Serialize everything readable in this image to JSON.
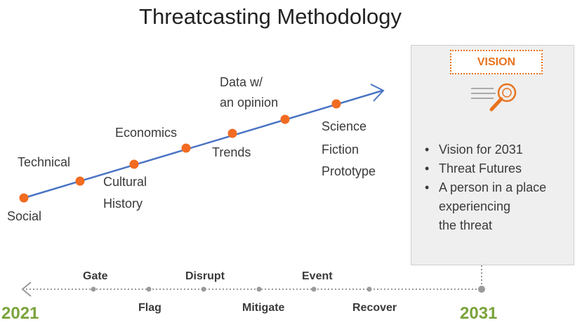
{
  "title": "Threatcasting Methodology",
  "colors": {
    "line": "#4a74c4",
    "dot": "#f26b21",
    "accent": "#e8731f",
    "year": "#7aa33b",
    "timeline": "#9a9a9a"
  },
  "steps": {
    "social": "Social",
    "technical": "Technical",
    "cultural_history_1": "Cultural",
    "cultural_history_2": "History",
    "economics": "Economics",
    "trends": "Trends",
    "data_opinion_1": "Data w/",
    "data_opinion_2": "an opinion",
    "science_fiction_1": "Science",
    "science_fiction_2": "Fiction",
    "science_fiction_3": "Prototype"
  },
  "vision": {
    "label": "VISION",
    "icon": "search-document-icon",
    "bullets": [
      "Vision for 2031",
      "Threat Futures",
      "A person in a place"
    ],
    "bullet_continuation": [
      "experiencing",
      "the threat"
    ]
  },
  "timeline": {
    "above": [
      "Gate",
      "Disrupt",
      "Event"
    ],
    "below": [
      "Flag",
      "Mitigate",
      "Recover"
    ],
    "start_year": "2021",
    "end_year": "2031"
  }
}
